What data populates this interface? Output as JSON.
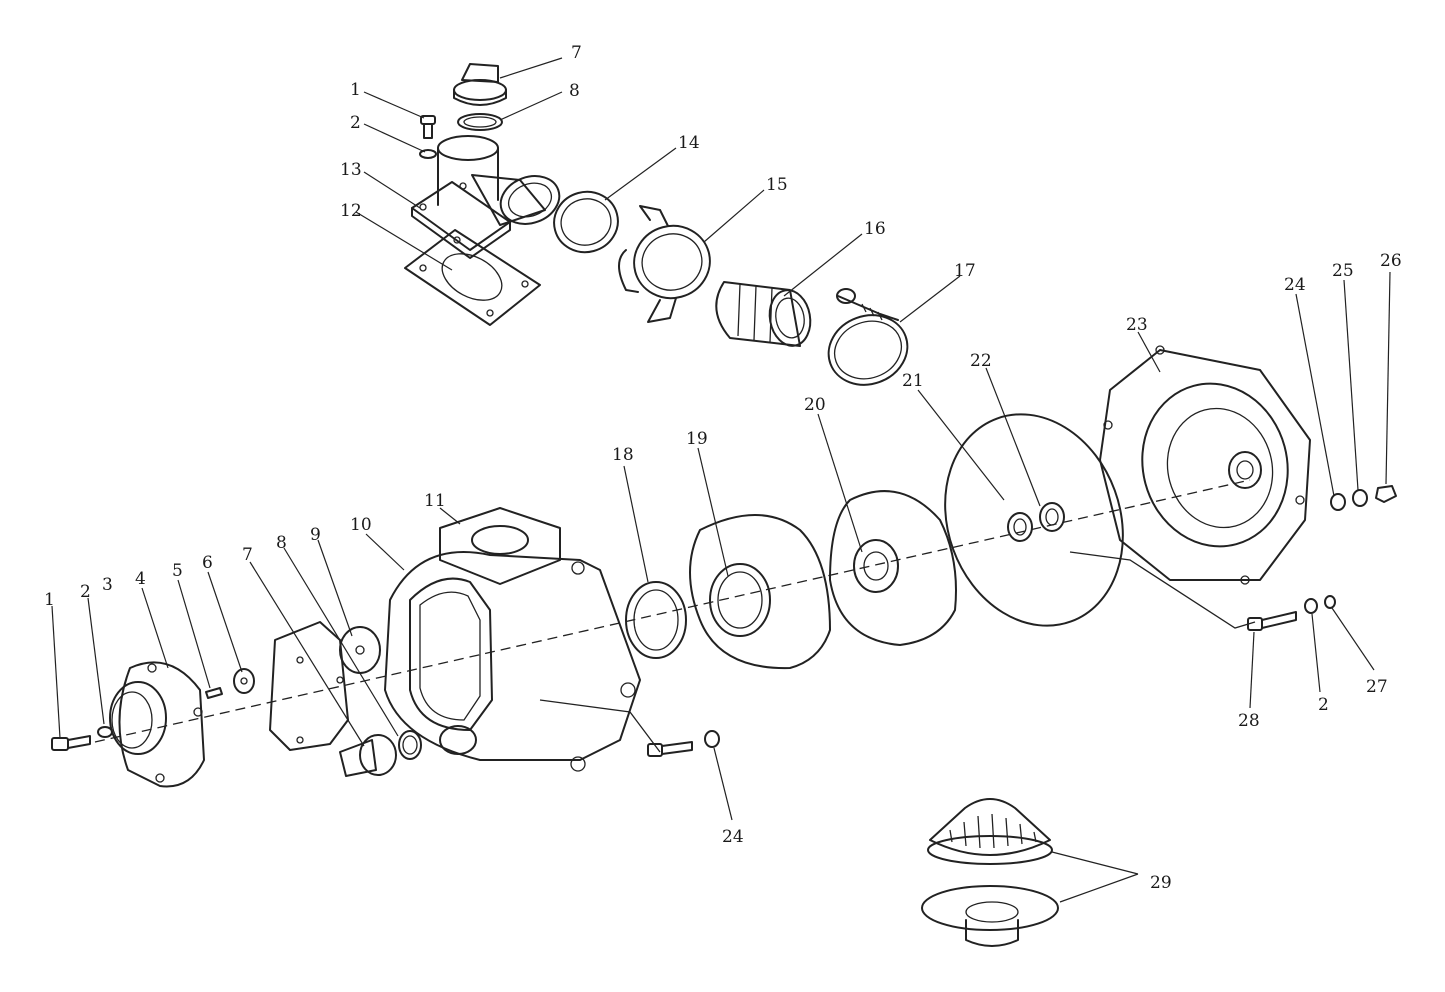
{
  "diagram": {
    "type": "exploded parts view",
    "labels": [
      {
        "id": "l1a",
        "text": "1"
      },
      {
        "id": "l2a",
        "text": "2"
      },
      {
        "id": "l13",
        "text": "13"
      },
      {
        "id": "l12",
        "text": "12"
      },
      {
        "id": "l7a",
        "text": "7"
      },
      {
        "id": "l8a",
        "text": "8"
      },
      {
        "id": "l14",
        "text": "14"
      },
      {
        "id": "l15",
        "text": "15"
      },
      {
        "id": "l16",
        "text": "16"
      },
      {
        "id": "l17",
        "text": "17"
      },
      {
        "id": "l23",
        "text": "23"
      },
      {
        "id": "l24a",
        "text": "24"
      },
      {
        "id": "l25",
        "text": "25"
      },
      {
        "id": "l26",
        "text": "26"
      },
      {
        "id": "l21",
        "text": "21"
      },
      {
        "id": "l22",
        "text": "22"
      },
      {
        "id": "l20",
        "text": "20"
      },
      {
        "id": "l19",
        "text": "19"
      },
      {
        "id": "l18",
        "text": "18"
      },
      {
        "id": "l11",
        "text": "11"
      },
      {
        "id": "l10",
        "text": "10"
      },
      {
        "id": "l9",
        "text": "9"
      },
      {
        "id": "l8b",
        "text": "8"
      },
      {
        "id": "l7b",
        "text": "7"
      },
      {
        "id": "l6",
        "text": "6"
      },
      {
        "id": "l5",
        "text": "5"
      },
      {
        "id": "l4",
        "text": "4"
      },
      {
        "id": "l3",
        "text": "3"
      },
      {
        "id": "l2b",
        "text": "2"
      },
      {
        "id": "l1b",
        "text": "1"
      },
      {
        "id": "l24b",
        "text": "24"
      },
      {
        "id": "l28",
        "text": "28"
      },
      {
        "id": "l2c",
        "text": "2"
      },
      {
        "id": "l27",
        "text": "27"
      },
      {
        "id": "l29",
        "text": "29"
      }
    ]
  }
}
